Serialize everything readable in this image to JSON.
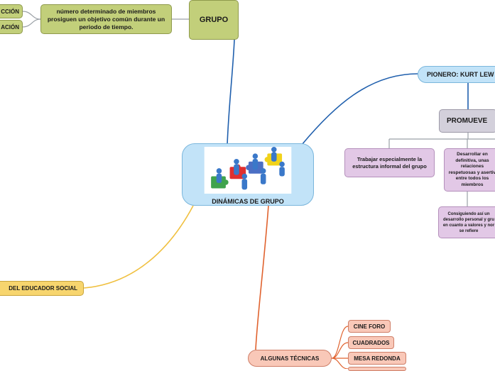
{
  "central": {
    "title": "DINÁMICAS DE GRUPO",
    "image_icon": "people-puzzle-icon"
  },
  "grupo": {
    "label": "GRUPO",
    "definition": "número determinado de miembros prosiguen un objetivo común durante un periodo de tiempo.",
    "left_items": [
      "CCIÓN",
      "ACIÓN"
    ]
  },
  "pionero": {
    "label": "PIONERO: KURT LEW",
    "promueve": {
      "label": "PROMUEVE",
      "children": [
        "Trabajar especialmente la estructura informal del grupo",
        "Desarrollar en definitiva, unas relaciones respetuosas y asertiv entre todos los miembros"
      ],
      "sub": "Consiguiendo así un desarrollo personal y gru en cuanto a valores y nor se refiere"
    }
  },
  "educador": {
    "label": "DEL EDUCADOR SOCIAL"
  },
  "tecnicas": {
    "label": "ALGUNAS TÉCNICAS",
    "items": [
      "CINE FORO",
      "CUADRADOS",
      "MESA REDONDA"
    ]
  },
  "colors": {
    "blue_link": "#1f5fad",
    "yellow_link": "#f0c040",
    "orange_link": "#e0622e",
    "gray_link": "#9aa0a6"
  }
}
